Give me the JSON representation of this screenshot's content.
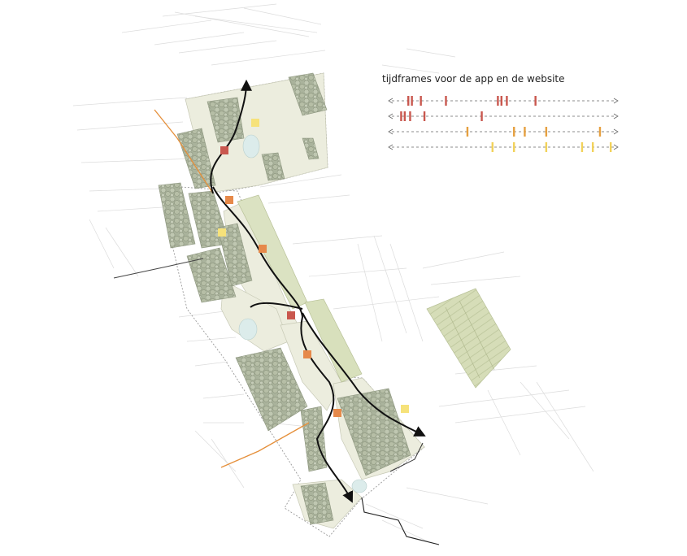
{
  "legend": {
    "title": "tijdframes voor de app en de website",
    "rows": [
      {
        "color": "#c9574e",
        "marks": [
          6,
          9,
          16,
          31,
          33,
          41
        ],
        "doubles": [
          6,
          31
        ]
      },
      {
        "color": "#c9574e",
        "marks": [
          4,
          6,
          10,
          26
        ],
        "doubles": [
          4
        ]
      },
      {
        "color": "#e6a040",
        "marks": [
          22,
          35,
          38,
          44,
          59
        ],
        "doubles": []
      },
      {
        "color": "#f2d25a",
        "marks": [
          29,
          35,
          44,
          54,
          57,
          62
        ],
        "doubles": []
      }
    ]
  },
  "colors": {
    "forest": "#aab39c",
    "field": "#ecedde",
    "meadow": "#dbe2c2",
    "crop": "#d5ddb6",
    "water": "#dceceb",
    "arrow": "#111111",
    "road": "#e58f3a",
    "marker_red": "#c9574e",
    "marker_orange": "#e6894a",
    "marker_yellow": "#f6e27a"
  }
}
